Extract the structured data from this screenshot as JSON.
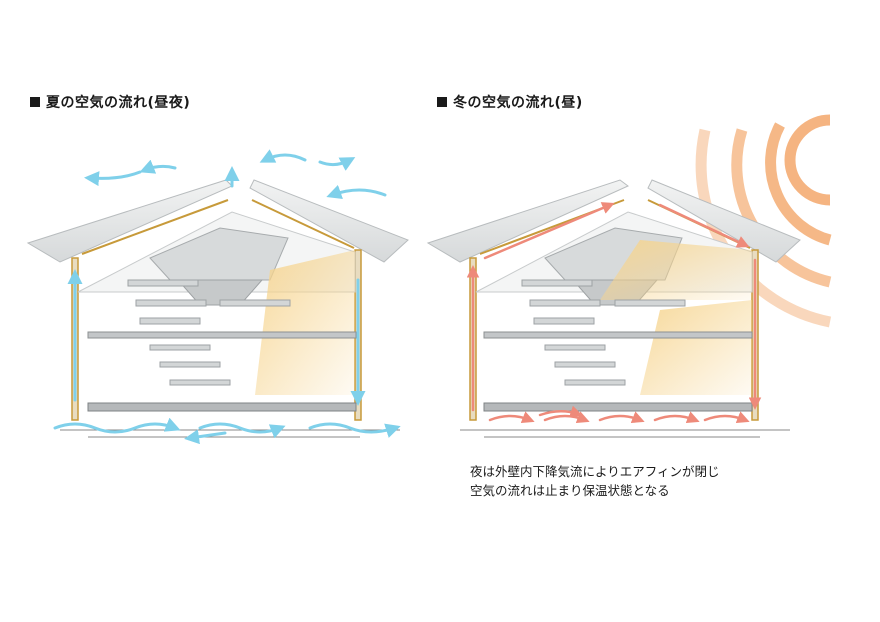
{
  "headings": {
    "summer": "夏の空気の流れ(昼夜)",
    "winter": "冬の空気の流れ(昼)"
  },
  "caption": {
    "line1": "夜は外壁内下降気流によりエアフィンが閉じ",
    "line2": "空気の流れは止まり保温状態となる"
  },
  "colors": {
    "cool_air": "#7fd0ea",
    "warm_air": "#ee8a7a",
    "sun": "#f4b07a",
    "wall_frame": "#c79a3a",
    "light": "#f3d28a"
  }
}
